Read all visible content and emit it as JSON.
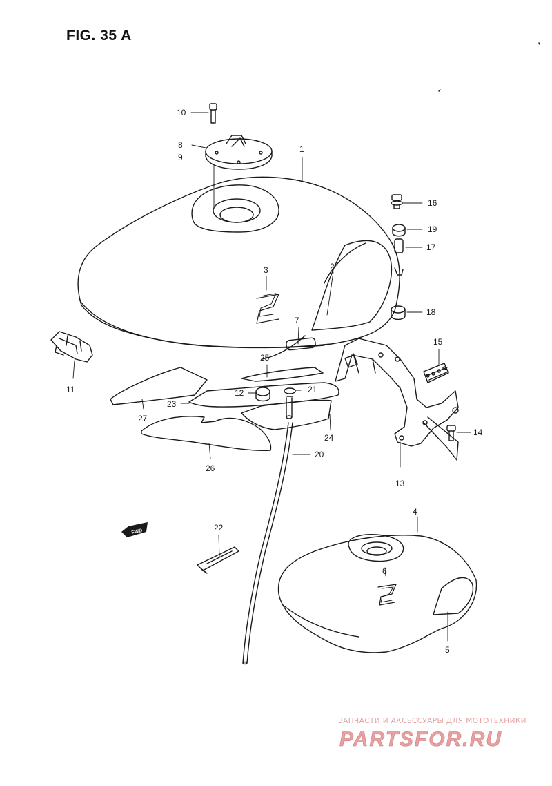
{
  "figure": {
    "title": "FIG. 35 A"
  },
  "callouts": [
    "1",
    "2",
    "3",
    "4",
    "5",
    "6",
    "7",
    "8",
    "9",
    "10",
    "11",
    "12",
    "13",
    "14",
    "15",
    "16",
    "17",
    "18",
    "19",
    "20",
    "21",
    "22",
    "23",
    "24",
    "25",
    "26",
    "27"
  ],
  "direction_badge": "FWD",
  "watermark": {
    "top_text": "ЗАПЧАСТИ И АКСЕССУАРЫ ДЛЯ МОТОТЕХНИКИ",
    "logo_text": "PARTSFOR.RU",
    "color": "#e9a0a0"
  },
  "colors": {
    "line": "#1a1a1a",
    "background": "#ffffff"
  }
}
